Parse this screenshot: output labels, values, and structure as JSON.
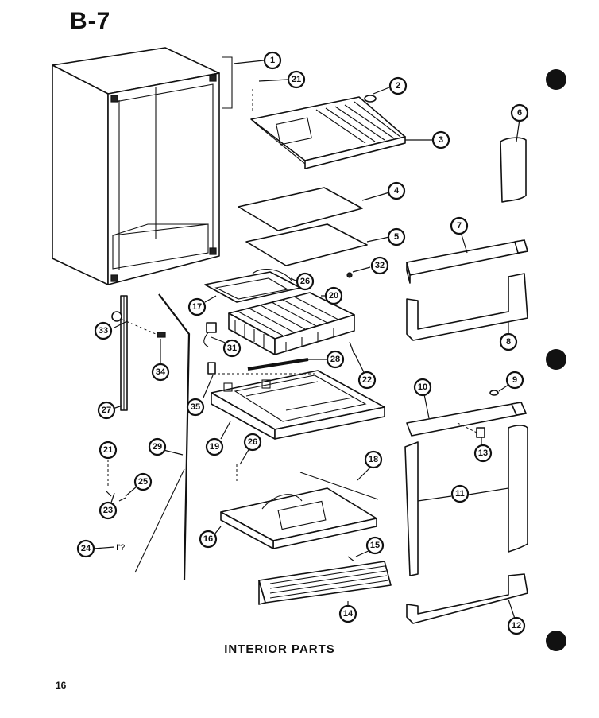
{
  "header": {
    "section_code": "B-7"
  },
  "caption": "INTERIOR PARTS",
  "page_number": "16",
  "callouts": [
    "1",
    "21",
    "2",
    "3",
    "4",
    "5",
    "6",
    "7",
    "8",
    "9",
    "10",
    "11",
    "12",
    "13",
    "14",
    "15",
    "16",
    "17",
    "18",
    "19",
    "20",
    "21",
    "22",
    "23",
    "24",
    "25",
    "26",
    "26",
    "26",
    "27",
    "28",
    "29",
    "31",
    "32",
    "33",
    "34",
    "35"
  ]
}
